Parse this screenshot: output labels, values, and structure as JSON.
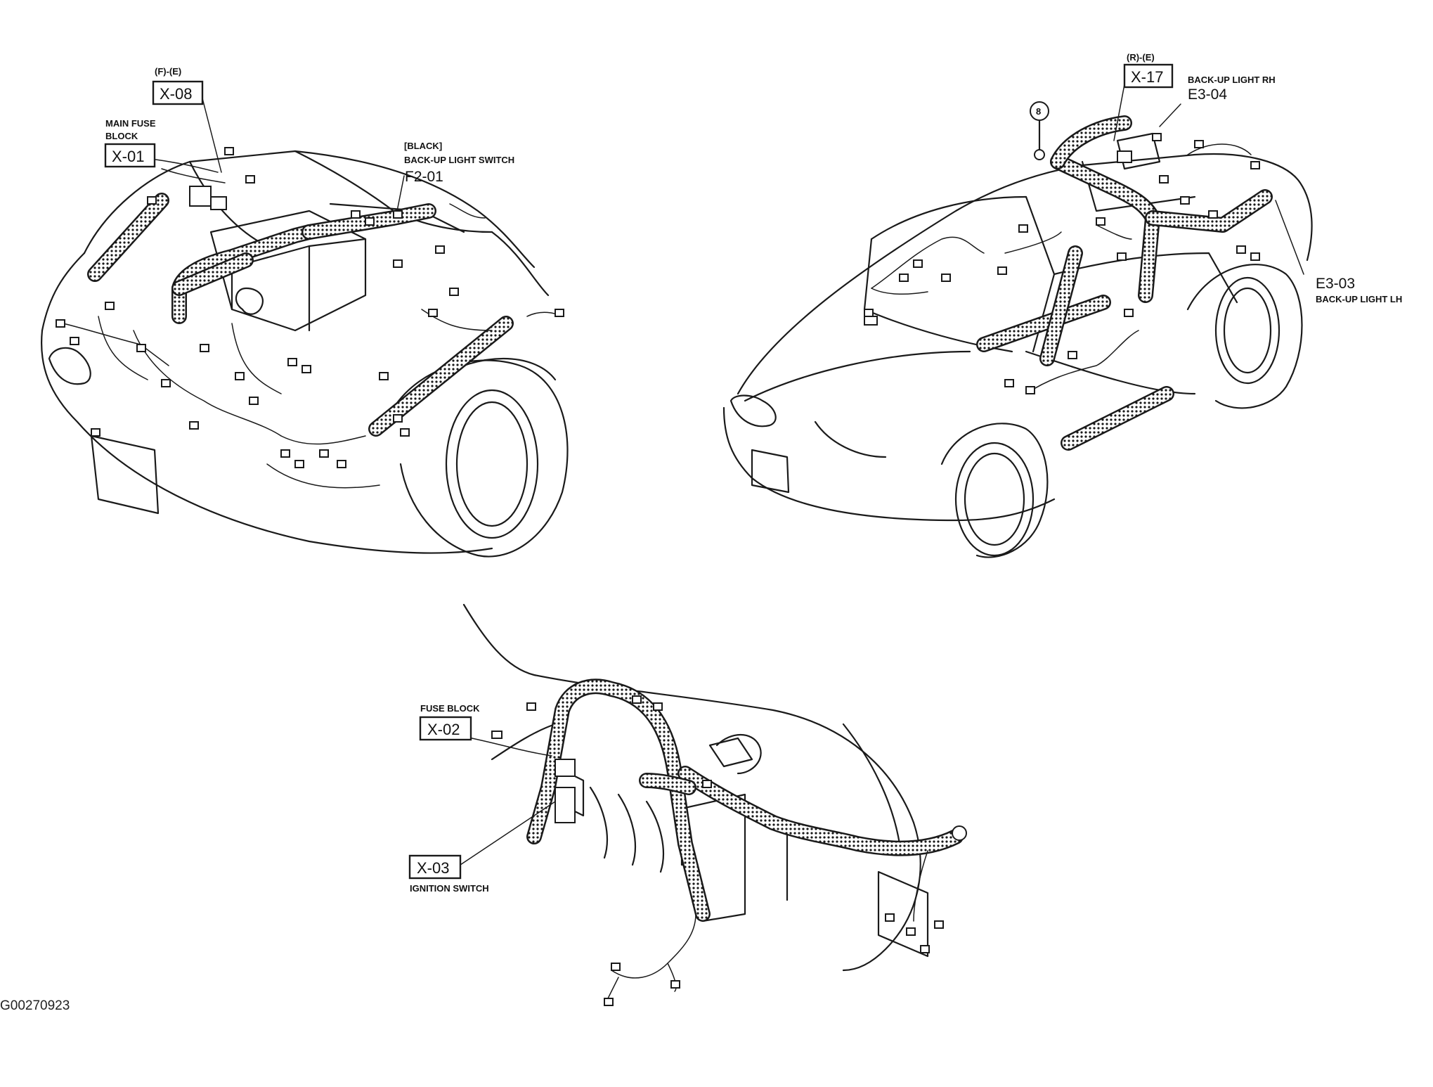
{
  "figure_id": "G00270923",
  "labels": {
    "x08_sub": "(F)-(E)",
    "x08_code": "X-08",
    "main_fuse_line1": "MAIN FUSE",
    "main_fuse_line2": "BLOCK",
    "x01_code": "X-01",
    "black_tag": "[BLACK]",
    "backup_switch_name": "BACK-UP LIGHT SWITCH",
    "backup_switch_code": "F2-01",
    "x17_sub": "(R)-(E)",
    "x17_code": "X-17",
    "ground_number": "8",
    "backup_rh_name": "BACK-UP LIGHT RH",
    "backup_rh_code": "E3-04",
    "backup_lh_code": "E3-03",
    "backup_lh_name": "BACK-UP LIGHT LH",
    "fuse_block_name": "FUSE BLOCK",
    "x02_code": "X-02",
    "x03_code": "X-03",
    "ignition_name": "IGNITION SWITCH"
  }
}
